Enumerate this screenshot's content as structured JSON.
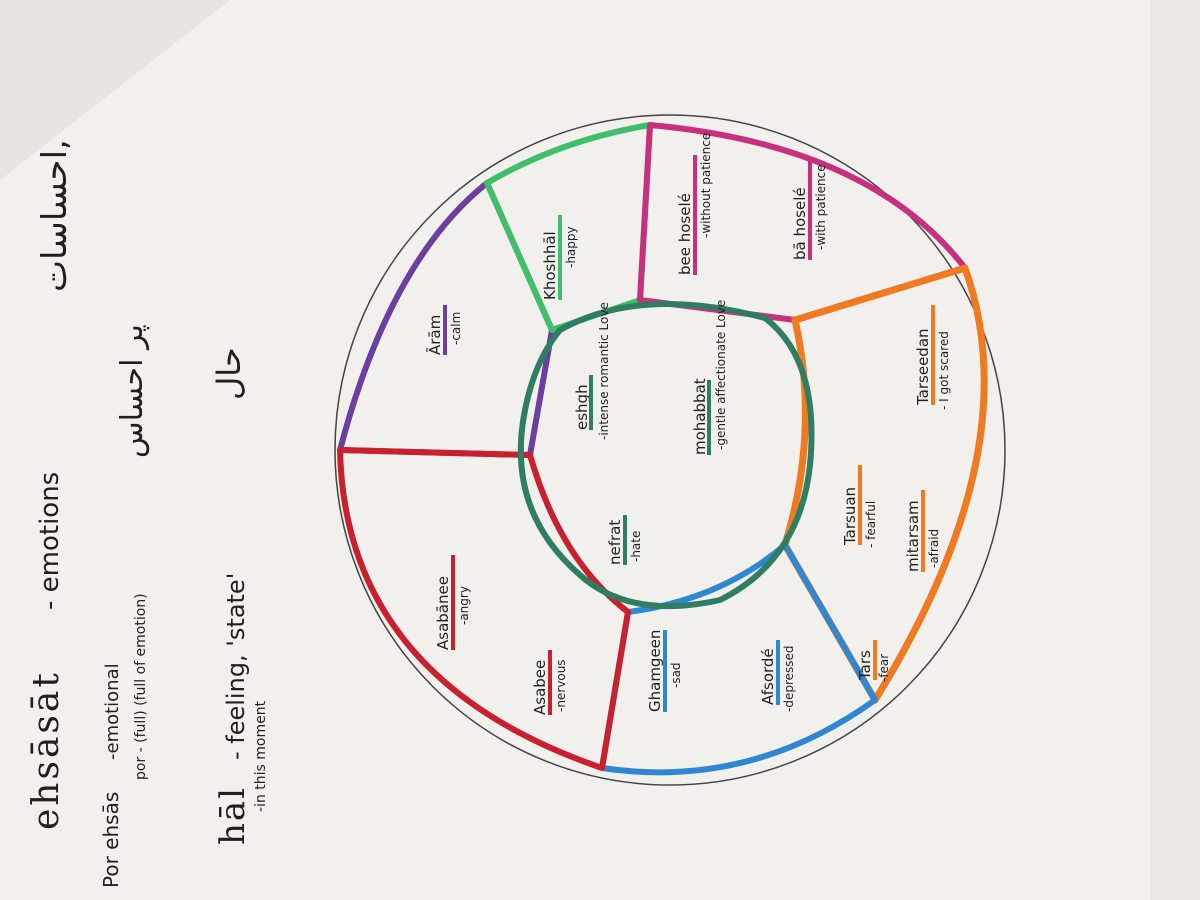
{
  "header": {
    "title_translit": "ehsāsāt",
    "title_meaning": "- emotions",
    "title_persian": "احساسات,",
    "por_translit": "Por ehsās",
    "por_meaning": "-emotional",
    "por_breakdown": "por - (full) (full of emotion)",
    "por_persian": "پر احساس",
    "hal_translit": "hāl",
    "hal_meaning": "- feeling, 'state'",
    "hal_note": "-in this moment",
    "hal_persian": "حال"
  },
  "wheel": {
    "inner": [
      {
        "word": "eshgh",
        "meaning": "-intense romantic Love",
        "color": "#2f7d63"
      },
      {
        "word": "mohabbat",
        "meaning": "-gentle affectionate Love",
        "color": "#2f7d63"
      },
      {
        "word": "nefrat",
        "meaning": "-hate",
        "color": "#2f7d63"
      }
    ],
    "outer": [
      {
        "word": "Ārām",
        "meaning": "-calm",
        "color": "#6a3fa0"
      },
      {
        "word": "Khoshhāl",
        "meaning": "-happy",
        "color": "#3fbf6a"
      },
      {
        "word": "bee hoselé",
        "meaning": "-without patience",
        "color": "#c8307e"
      },
      {
        "word": "bā hoselé",
        "meaning": "-with patience",
        "color": "#c8307e"
      },
      {
        "word": "Tarseedan",
        "meaning": "- I got scared",
        "color": "#f07a22"
      },
      {
        "word": "mitarsam",
        "meaning": "-afraid",
        "color": "#f07a22"
      },
      {
        "word": "Tarsuan",
        "meaning": "- fearful",
        "color": "#f07a22"
      },
      {
        "word": "Tars",
        "meaning": "-fear",
        "color": "#f07a22"
      },
      {
        "word": "Afsordé",
        "meaning": "-depressed",
        "color": "#2f86d1"
      },
      {
        "word": "Ghamgeen",
        "meaning": "-sad",
        "color": "#2f86d1"
      },
      {
        "word": "Asabee",
        "meaning": "-nervous",
        "color": "#c8202f"
      },
      {
        "word": "Asabānee",
        "meaning": "-angry",
        "color": "#c8202f"
      }
    ]
  },
  "colors": {
    "purple": "#6a3fa0",
    "green": "#3fbf6a",
    "magenta": "#c8307e",
    "orange": "#f07a22",
    "blue": "#2f86d1",
    "red": "#c8202f",
    "teal": "#2f7d63"
  }
}
